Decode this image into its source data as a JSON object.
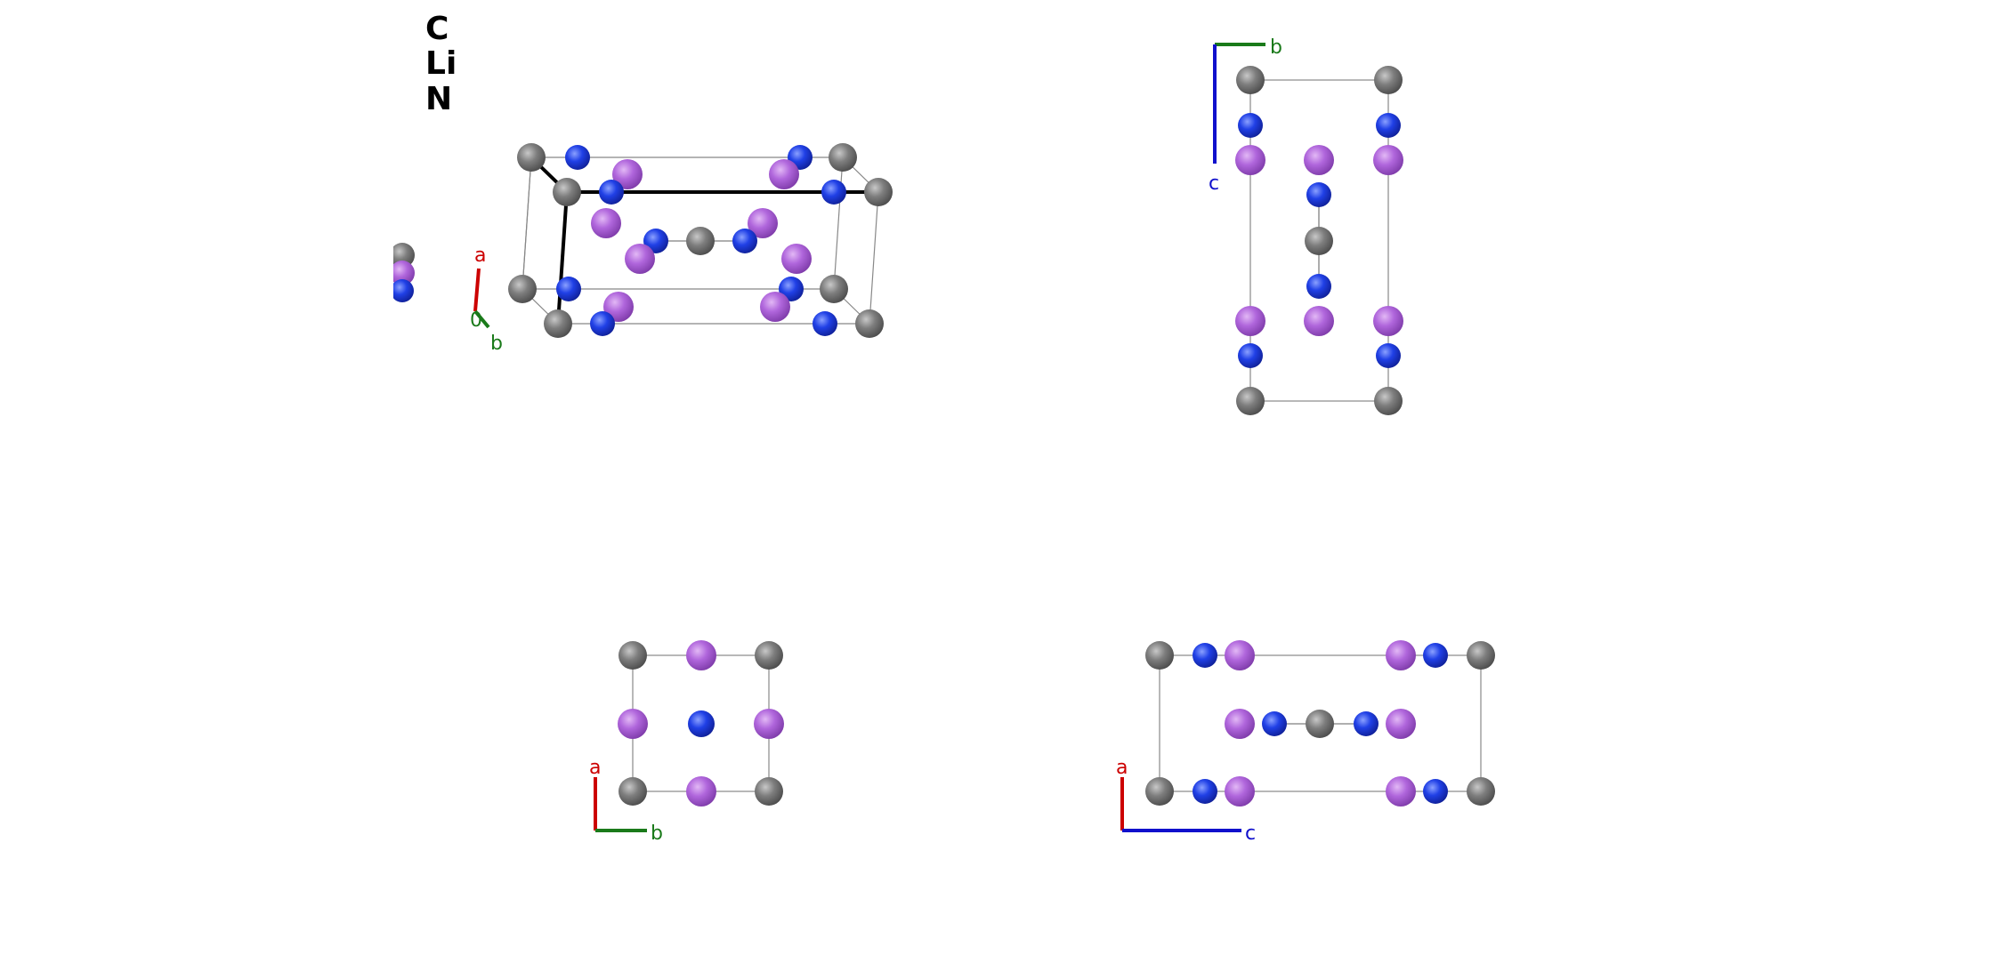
{
  "legend": {
    "elements": [
      "C",
      "Li",
      "N"
    ]
  },
  "colors": {
    "C": "#7a7a7a",
    "Li": "#b05ad8",
    "N": "#1a38e0",
    "axis_a": "#cc0000",
    "axis_b": "#1a7a1a",
    "axis_c": "#1010cc",
    "cell_edge": "#888888"
  },
  "panels": {
    "perspective": {
      "axis_labels": {
        "a": "a",
        "b": "b",
        "origin": "0"
      }
    },
    "top_right": {
      "axis_labels": {
        "b": "b",
        "c": "c"
      }
    },
    "bottom_left": {
      "axis_labels": {
        "a": "a",
        "b": "b"
      }
    },
    "bottom_right": {
      "axis_labels": {
        "a": "a",
        "c": "c"
      }
    }
  }
}
